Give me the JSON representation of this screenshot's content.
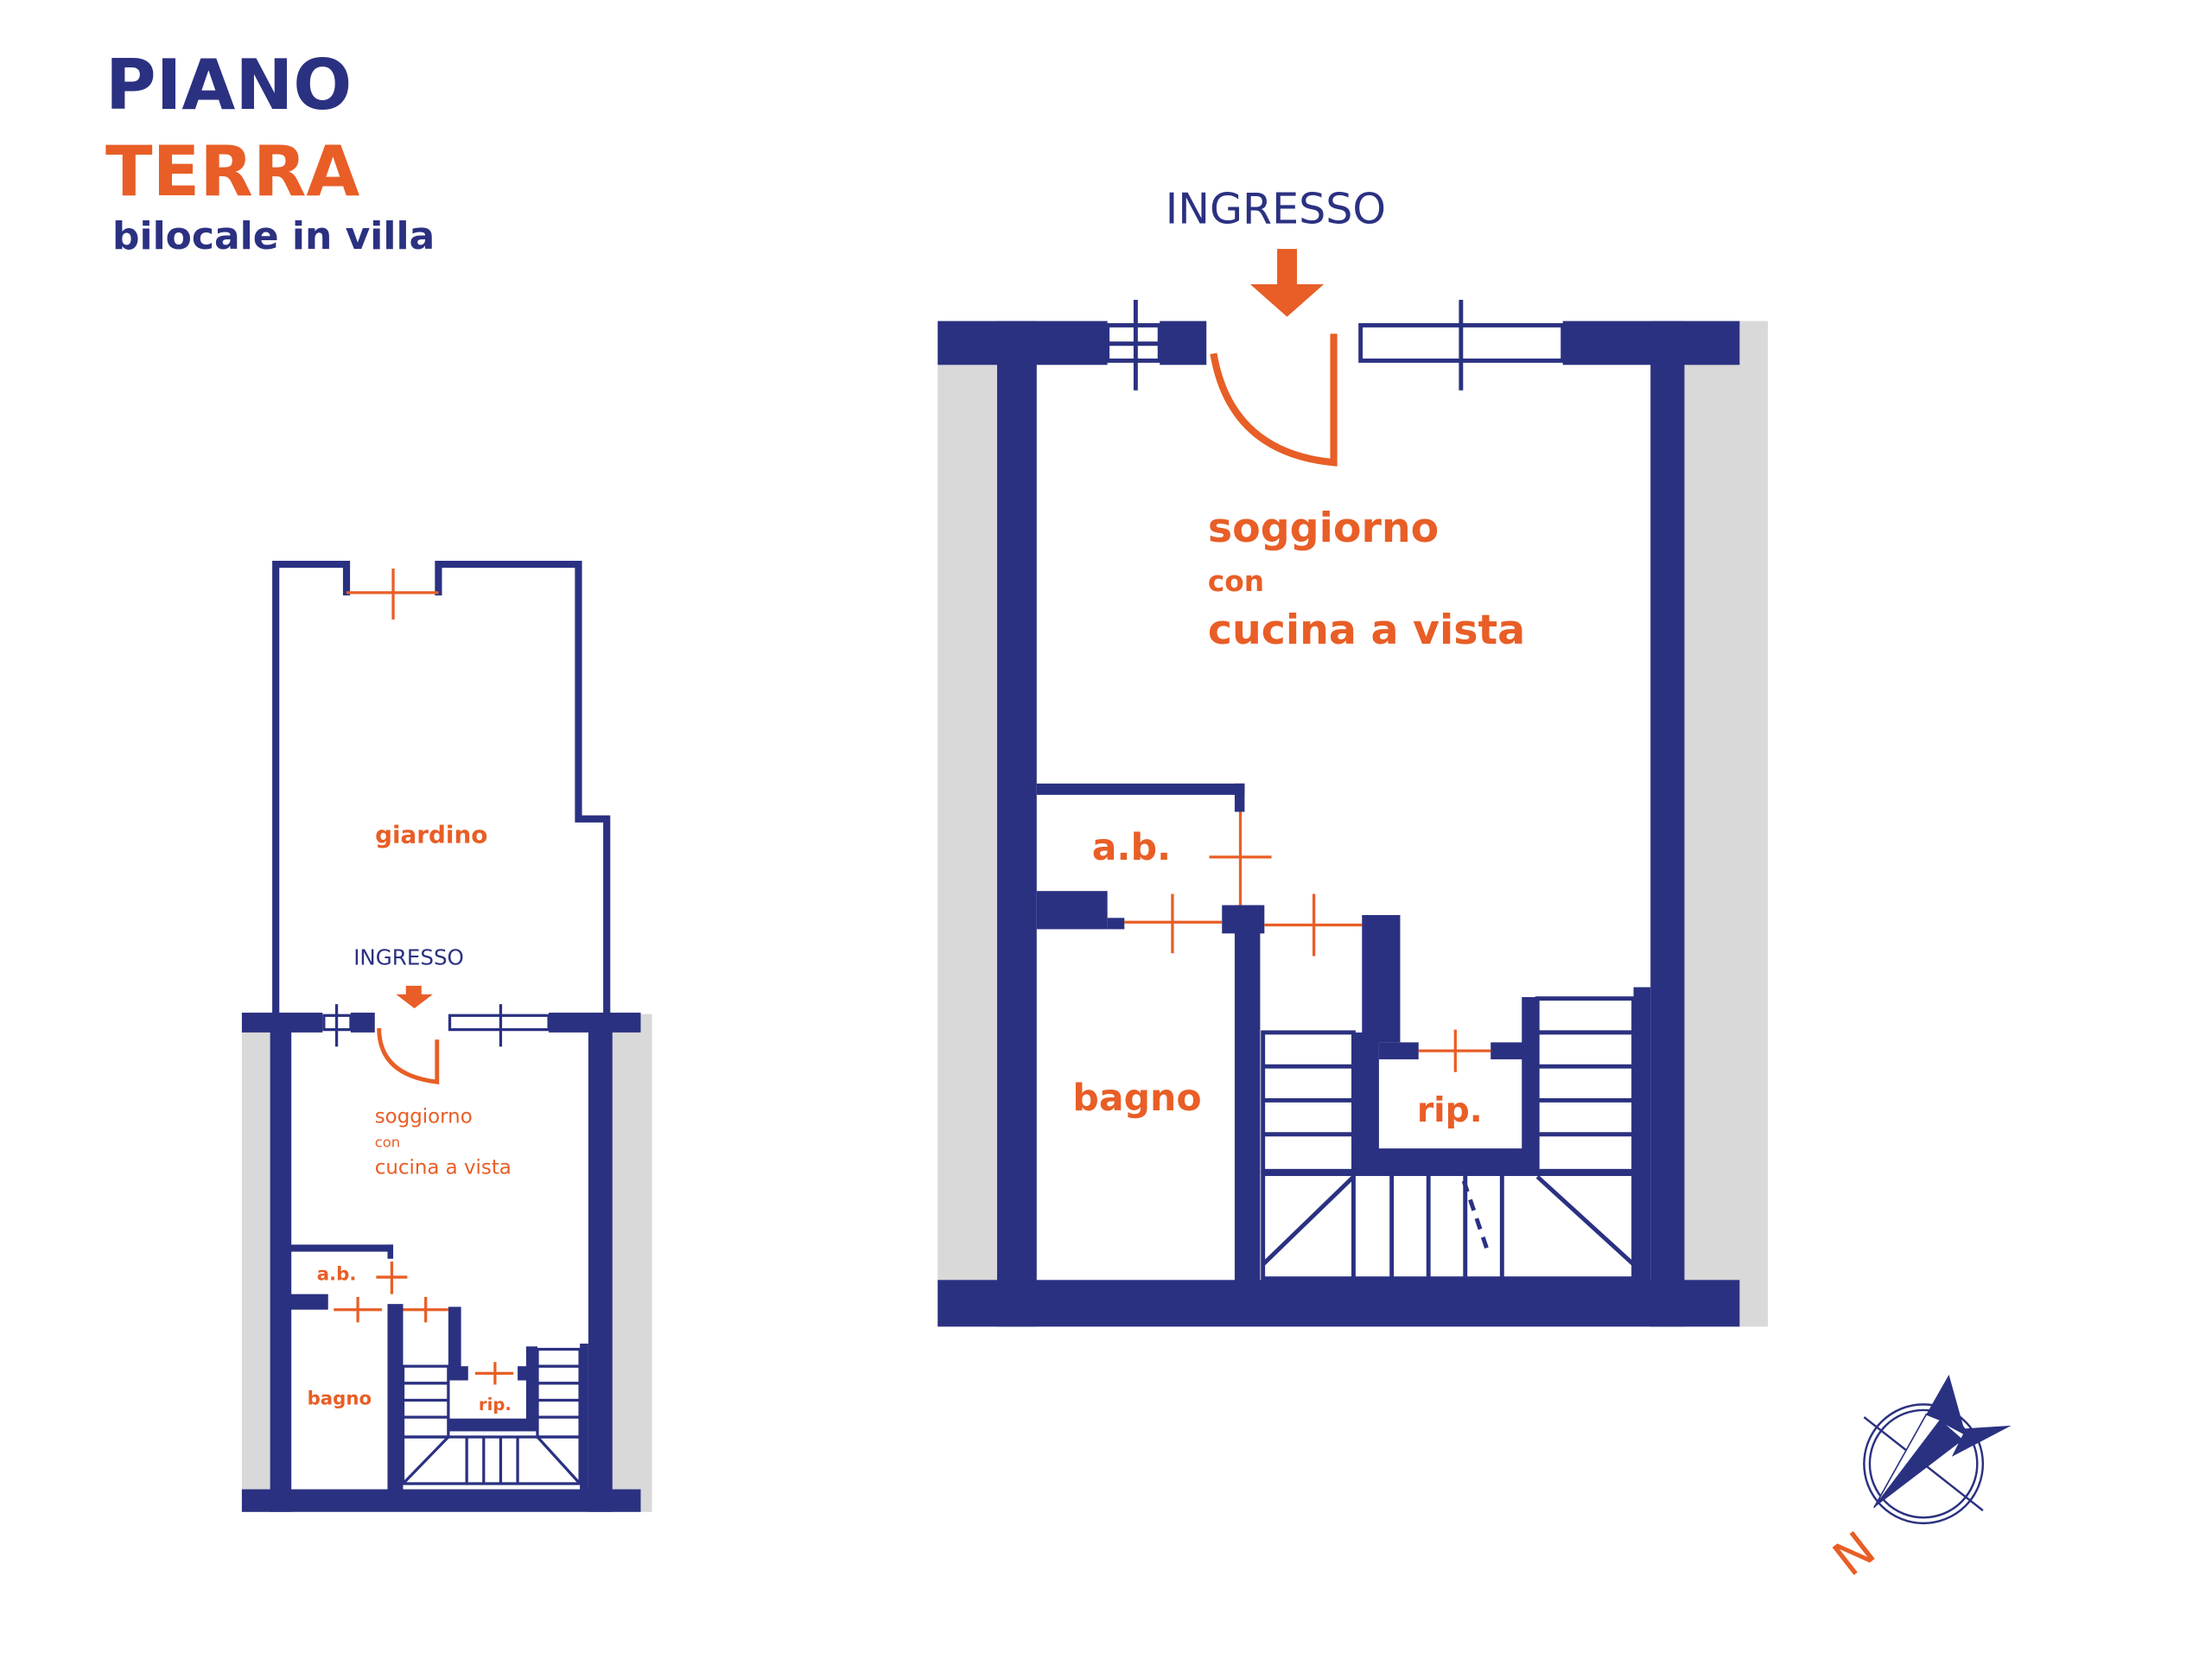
{
  "colors": {
    "wall": "#2b3181",
    "accent": "#e85e26",
    "shade": "#d9d9d9"
  },
  "header": {
    "line1": "PIANO",
    "line2": "TERRA",
    "subtitle": "bilocale in villa"
  },
  "small_plan": {
    "garden": "giardino",
    "entrance": "INGRESSO",
    "living_line1": "soggiorno",
    "living_line2": "con",
    "living_line3": "cucina a vista",
    "closet": "a.b.",
    "bathroom": "bagno",
    "storage": "rip."
  },
  "large_plan": {
    "entrance": "INGRESSO",
    "living_line1": "soggiorno",
    "living_line2": "con",
    "living_line3": "cucina a vista",
    "closet": "a.b.",
    "bathroom": "bagno",
    "storage": "rip."
  },
  "compass": {
    "north_label": "N",
    "icon": "compass-rose-icon"
  }
}
